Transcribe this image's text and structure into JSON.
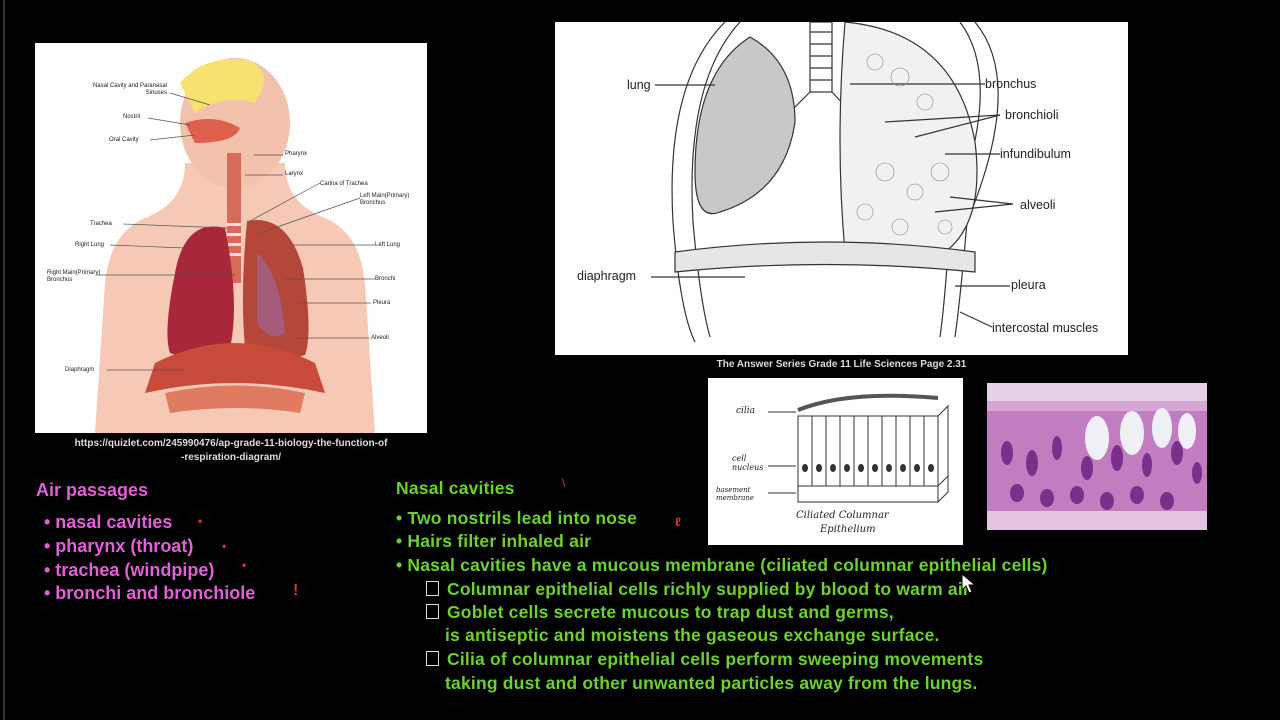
{
  "left_panel": {
    "labels": {
      "nasal_cavity": "Nasal Cavity and Paranasal Sinuses",
      "nostril": "Nostril",
      "oral_cavity": "Oral Cavity",
      "pharynx": "Pharynx",
      "larynx": "Larynx",
      "carina": "Carina of Trachea",
      "left_bronchus": "Left Main(Primary) Bronchus",
      "trachea": "Trachea",
      "right_lung": "Right Lung",
      "left_lung": "Left Lung",
      "right_bronchus": "Right Main(Primary) Bronchus",
      "bronchi": "Bronchi",
      "pleura": "Pleura",
      "alveoli": "Alveoli",
      "diaphragm": "Diaphragm"
    },
    "caption_line1": "https://quizlet.com/245990476/ap-grade-11-biology-the-function-of",
    "caption_line2": "-respiration-diagram/"
  },
  "lung_panel": {
    "labels": {
      "lung": "lung",
      "bronchus": "bronchus",
      "bronchioli": "bronchioli",
      "infundibulum": "infundibulum",
      "alveoli": "alveoli",
      "diaphragm": "diaphragm",
      "pleura": "pleura",
      "intercostal": "intercostal muscles"
    },
    "caption": "The Answer Series Grade 11 Life Sciences Page 2.31"
  },
  "cilia_panel": {
    "labels": {
      "cilia": "cilia",
      "cell_nucleus": "cell nucleus",
      "basement": "basement membrane",
      "title1": "Ciliated Columnar",
      "title2": "Epithelium"
    }
  },
  "notes": {
    "air_title": "Air passages",
    "air_items": [
      "• nasal cavities",
      "• pharynx (throat)",
      "• trachea (windpipe)",
      "• bronchi and bronchiole"
    ],
    "nasal_title": "Nasal cavities",
    "nasal_items": [
      "• Two nostrils lead into nose",
      "•  Hairs filter inhaled air",
      "• Nasal cavities have a mucous membrane (ciliated columnar epithelial cells)"
    ],
    "sub_items": [
      "Columnar epithelial cells richly supplied by blood to warm air",
      "Goblet cells secrete mucous to trap dust and germs,",
      "is antiseptic and moistens the gaseous exchange surface.",
      "Cilia of columnar epithelial cells perform sweeping movements",
      "taking dust and other unwanted particles away from the lungs."
    ]
  },
  "colors": {
    "pink": "#e25fd8",
    "green": "#6ad22f",
    "background": "#000000"
  }
}
